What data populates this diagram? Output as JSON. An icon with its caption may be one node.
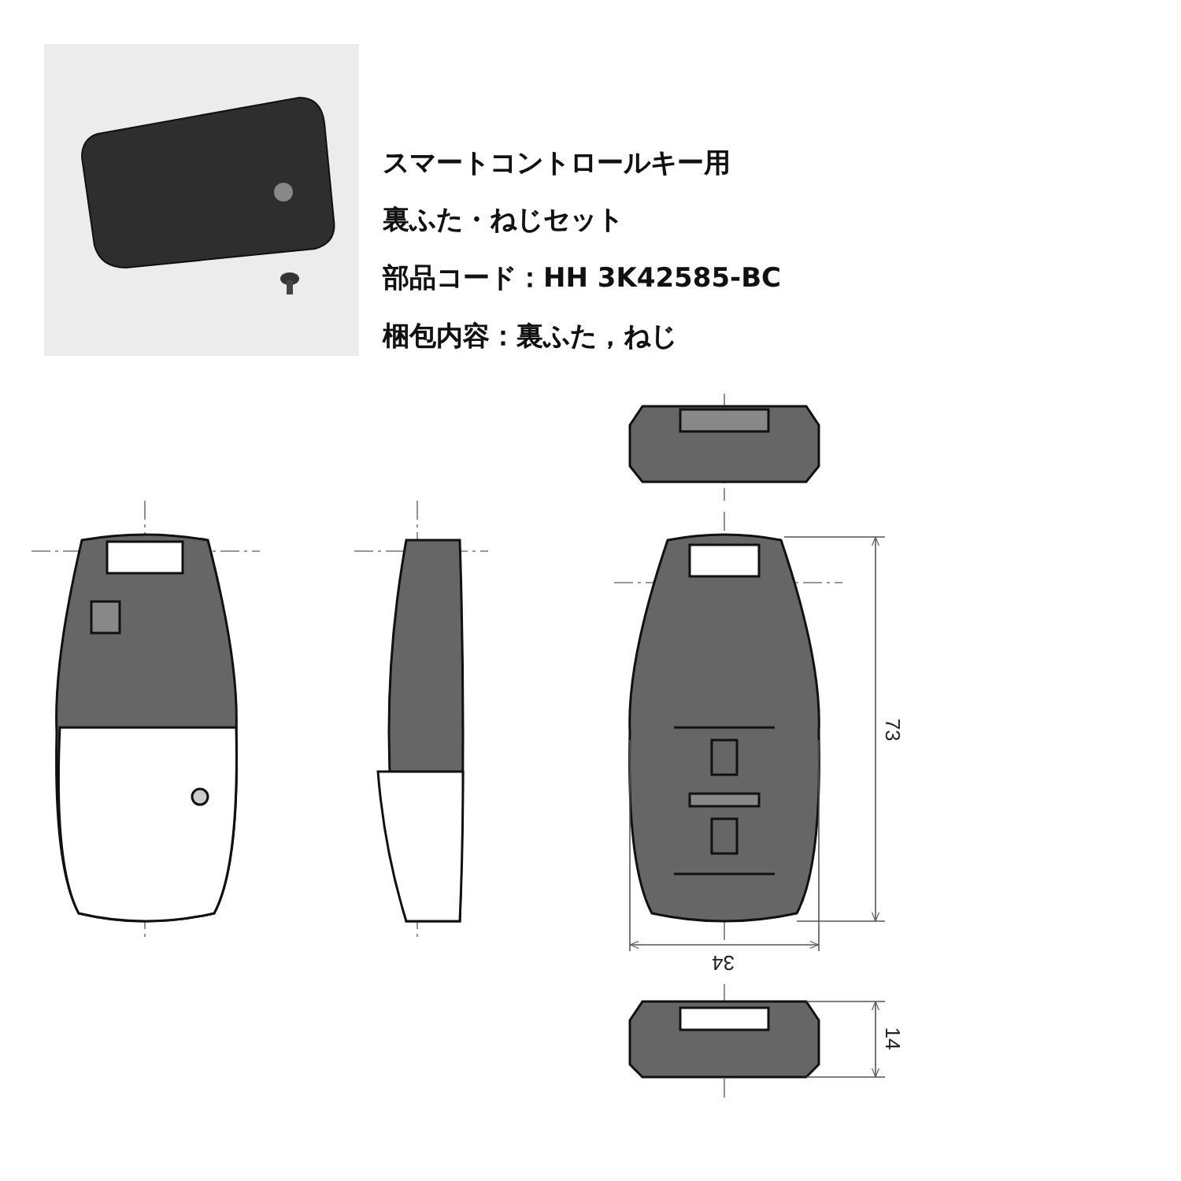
{
  "diagram": {
    "labels": [
      "スマートコントロールキー用",
      "裏ふた・ねじセット",
      "部品コード：HH 3K42585-BC",
      "梱包内容：裏ふた，ねじ",
      "73",
      "34",
      "14"
    ]
  }
}
